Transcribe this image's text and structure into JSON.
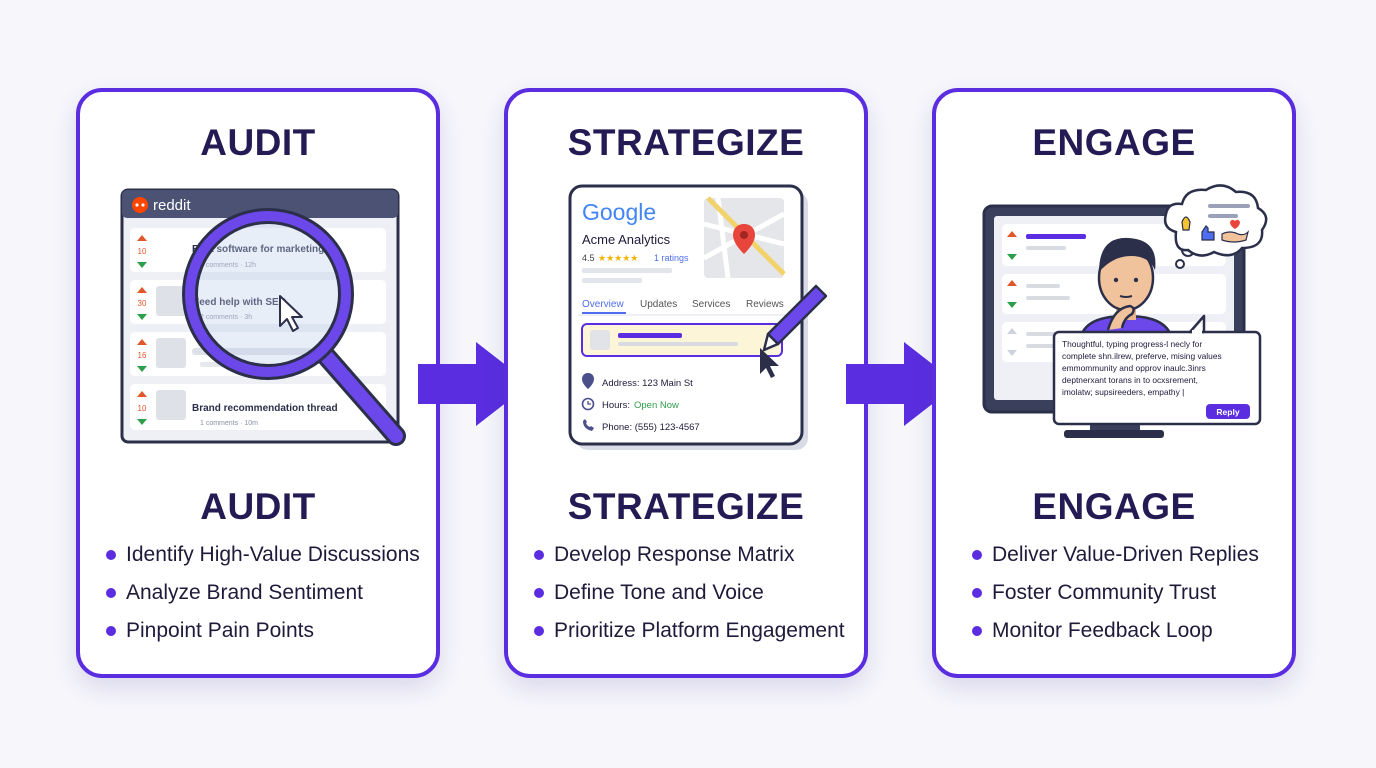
{
  "steps": [
    {
      "title": "AUDIT",
      "subtitle": "AUDIT",
      "bullets": [
        "Identify High-Value Discussions",
        "Analyze Brand Sentiment",
        "Pinpoint Pain Points"
      ],
      "illustration": {
        "brand": "reddit",
        "threads": [
          {
            "votes": "10",
            "title": "Best software for marketing?",
            "meta": "8 comments · 12h"
          },
          {
            "votes": "30",
            "title": "Need help with SEO",
            "meta": "2 comments · 3h"
          },
          {
            "votes": "16",
            "title": "",
            "meta": ""
          },
          {
            "votes": "10",
            "title": "Brand recommendation thread",
            "meta": "1 comments · 10m"
          }
        ]
      }
    },
    {
      "title": "STRATEGIZE",
      "subtitle": "STRATEGIZE",
      "bullets": [
        "Develop Response Matrix",
        "Define Tone and Voice",
        "Prioritize Platform Engagement"
      ],
      "illustration": {
        "brand": "Google",
        "business_name": "Acme Analytics",
        "rating": "4.5",
        "stars": "★★★★★",
        "rating_count": "1 ratings",
        "tabs": [
          "Overview",
          "Updates",
          "Services",
          "Reviews"
        ],
        "address": "Address: 123 Main St",
        "hours_label": "Hours:",
        "hours_value": "Open Now",
        "phone": "Phone: (555) 123-4567"
      }
    },
    {
      "title": "ENGAGE",
      "subtitle": "ENGAGE",
      "bullets": [
        "Deliver Value-Driven Replies",
        "Foster Community Trust",
        "Monitor Feedback Loop"
      ],
      "illustration": {
        "reply_lines": [
          "Thoughtful, typing progress-l necly for",
          "complete shn.ilrew, preferve, mising values",
          "emmommunity and opprov inaulc.3inrs",
          "deptnerxant torans in to ocxsrement,",
          "imolatw; supsireeders, empathy |"
        ],
        "reply_button": "Reply"
      }
    }
  ],
  "colors": {
    "accent": "#5a2ee0",
    "heading": "#251b54",
    "text": "#1f1a3a",
    "up": "#e2562b",
    "down": "#2e9e4a"
  }
}
